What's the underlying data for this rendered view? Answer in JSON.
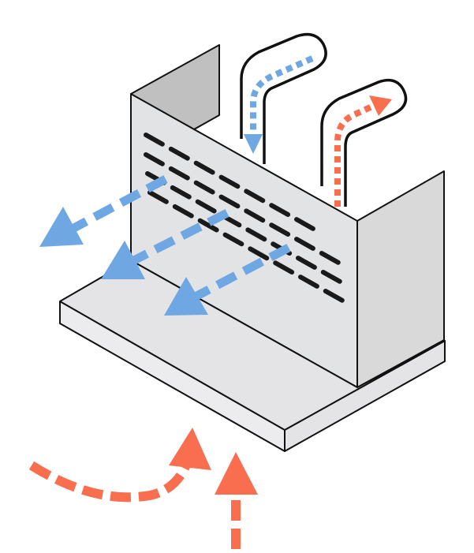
{
  "diagram": {
    "subject": "isometric-airflow-unit",
    "colors": {
      "cool_air": "#6ea7e2",
      "warm_air": "#fa6e50",
      "panel_light": "#e2e3e4",
      "panel_mid": "#d9d9da",
      "panel_dark": "#c0c0c0",
      "base_top": "#e4e4e6",
      "base_front": "#ececee",
      "outline": "#111111",
      "slot": "#1a1a1a"
    },
    "flows": [
      {
        "id": "intake-duct-flow",
        "kind": "cool",
        "direction": "down-into-unit"
      },
      {
        "id": "exhaust-duct-flow",
        "kind": "warm",
        "direction": "up-out-of-unit"
      },
      {
        "id": "vent-flow-upper",
        "kind": "cool",
        "direction": "out-front-left"
      },
      {
        "id": "vent-flow-middle",
        "kind": "cool",
        "direction": "out-front-left"
      },
      {
        "id": "vent-flow-lower",
        "kind": "cool",
        "direction": "out-front-left"
      },
      {
        "id": "floor-flow-left",
        "kind": "warm",
        "direction": "curving-up-to-base"
      },
      {
        "id": "floor-flow-right",
        "kind": "warm",
        "direction": "up-to-base"
      }
    ],
    "vent_slot_rows": 4
  }
}
